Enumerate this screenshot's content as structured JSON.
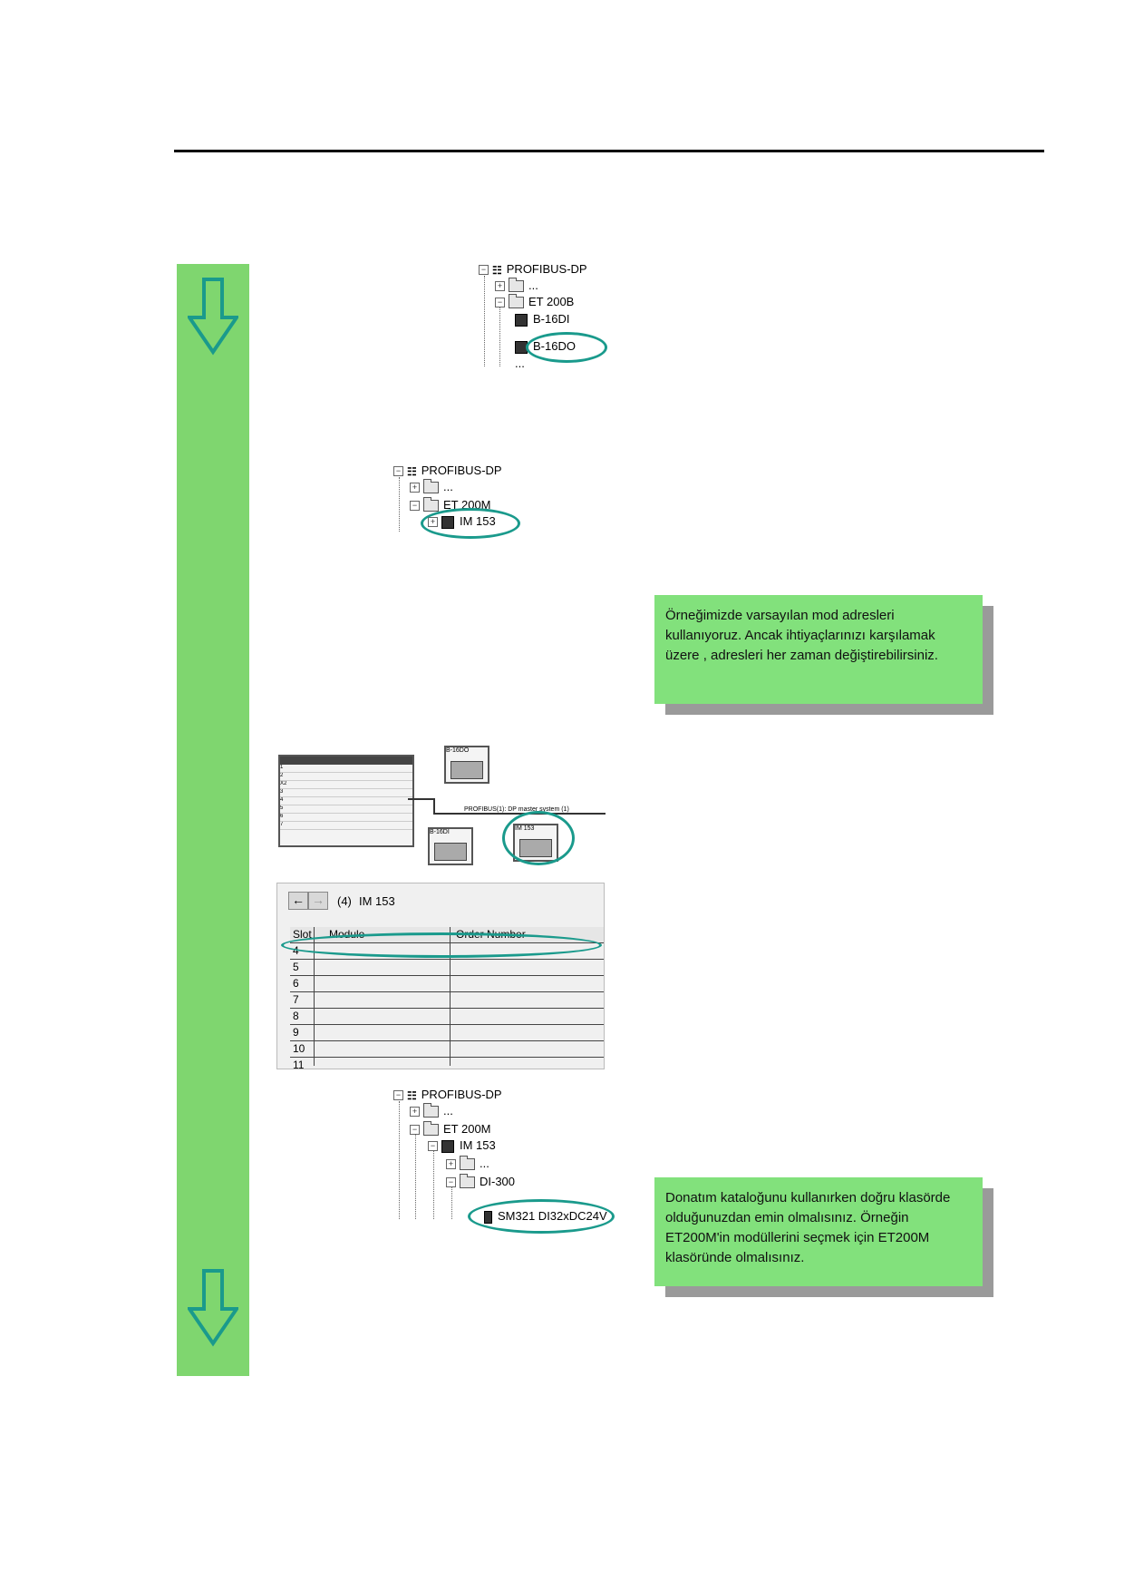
{
  "figures": {
    "tree1": {
      "root": "PROFIBUS-DP",
      "ellipsis": "...",
      "folder": "ET 200B",
      "item1": "B-16DI",
      "item2": "B-16DO"
    },
    "tree2": {
      "root": "PROFIBUS-DP",
      "ellipsis": "...",
      "folder": "ET 200M",
      "item": "IM 153"
    },
    "network": {
      "bus_label": "PROFIBUS(1): DP master system (1)",
      "station_left": "B-16DO",
      "station_mid": "B-16DI",
      "station_right": "IM 153",
      "rack_rows": [
        "1",
        "2",
        "X2",
        "3",
        "4",
        "5",
        "6",
        "7"
      ]
    },
    "config_table": {
      "header_index": "(4)",
      "header_title": "IM 153",
      "col_slot": "Slot",
      "col_module": "Module",
      "col_order": "Order Number",
      "slots": [
        "4",
        "5",
        "6",
        "7",
        "8",
        "9",
        "10",
        "11"
      ]
    },
    "tree3": {
      "root": "PROFIBUS-DP",
      "ellipsis": "...",
      "folder": "ET 200M",
      "im": "IM 153",
      "ellipsis2": "...",
      "sub_folder": "DI-300",
      "module": "SM321 DI32xDC24V"
    }
  },
  "notes": {
    "note1": "Örneğimizde varsayılan mod adresleri kullanıyoruz. Ancak ihtiyaçlarınızı karşılamak üzere , adresleri her zaman değiştirebilirsiniz.",
    "note2": "Donatım kataloğunu kullanırken doğru klasörde olduğunuzdan emin olmalısınız. Örneğin ET200M'in modüllerini seçmek için ET200M klasöründe olmalısınız."
  },
  "icons": [
    "down-arrow-icon",
    "folder-icon",
    "network-icon",
    "device-icon",
    "expand-icon",
    "collapse-icon"
  ],
  "colors": {
    "green_bar": "#7fd66f",
    "note_bg": "#82e17c",
    "highlight_oval": "#1a9a8c",
    "shadow": "#9a9a9a"
  }
}
